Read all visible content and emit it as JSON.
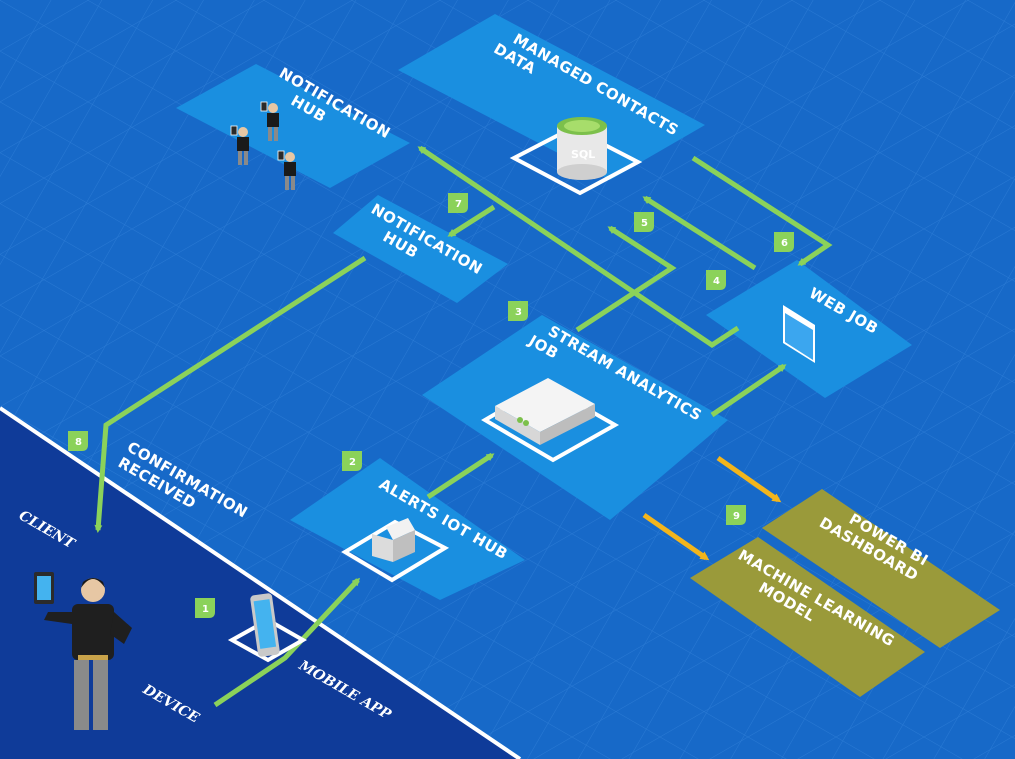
{
  "nodes": {
    "notification_hub_top": [
      "NOTIFICATION",
      "HUB"
    ],
    "managed_contacts": [
      "MANAGED CONTACTS",
      "DATA"
    ],
    "notification_hub_mid": [
      "NOTIFICATION",
      "HUB"
    ],
    "web_job": [
      "WEB JOB"
    ],
    "stream_analytics": [
      "STREAM ANALYTICS",
      "JOB"
    ],
    "alerts_iot_hub": [
      "ALERTS IOT HUB"
    ],
    "power_bi": [
      "POWER BI",
      "DASHBOARD"
    ],
    "machine_learning": [
      "MACHINE LEARNING",
      "MODEL"
    ],
    "confirmation": [
      "CONFIRMATION",
      "RECEIVED"
    ]
  },
  "sql_label": "SQL",
  "side_labels": {
    "client": "CLIENT",
    "device": "DEVICE",
    "mobile_app": "MOBILE APP"
  },
  "steps": [
    "1",
    "2",
    "3",
    "4",
    "5",
    "6",
    "7",
    "8",
    "9"
  ],
  "colors": {
    "background": "#1769c8",
    "tile": "#1a8fe0",
    "client_zone": "#0f3b99",
    "flow_green": "#8bd25a",
    "flow_gold": "#f3b51c",
    "output_tile": "#9a9a3a"
  }
}
